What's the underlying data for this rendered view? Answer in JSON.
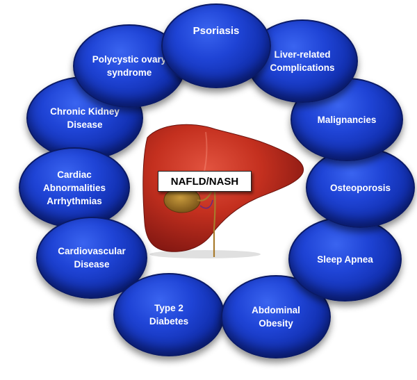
{
  "center": {
    "label": "NAFLD/NASH"
  },
  "nodes": [
    {
      "id": "psoriasis",
      "label": "Psoriasis"
    },
    {
      "id": "liver-related-complications",
      "label": "Liver-related\nComplications"
    },
    {
      "id": "malignancies",
      "label": "Malignancies"
    },
    {
      "id": "osteoporosis",
      "label": "Osteoporosis"
    },
    {
      "id": "sleep-apnea",
      "label": "Sleep Apnea"
    },
    {
      "id": "abdominal-obesity",
      "label": "Abdominal\nObesity"
    },
    {
      "id": "type-2-diabetes",
      "label": "Type 2\nDiabetes"
    },
    {
      "id": "cardiovascular-disease",
      "label": "Cardiovascular\nDisease"
    },
    {
      "id": "cardiac-abnormalities-arrhythmias",
      "label": "Cardiac\nAbnormalities\nArrhythmias"
    },
    {
      "id": "chronic-kidney-disease",
      "label": "Chronic Kidney\nDisease"
    },
    {
      "id": "polycystic-ovary-syndrome",
      "label": "Polycystic ovary\nsyndrome"
    }
  ],
  "colors": {
    "node_fill": "#1f44d6",
    "node_text": "#ffffff",
    "liver": "#b8271e"
  }
}
